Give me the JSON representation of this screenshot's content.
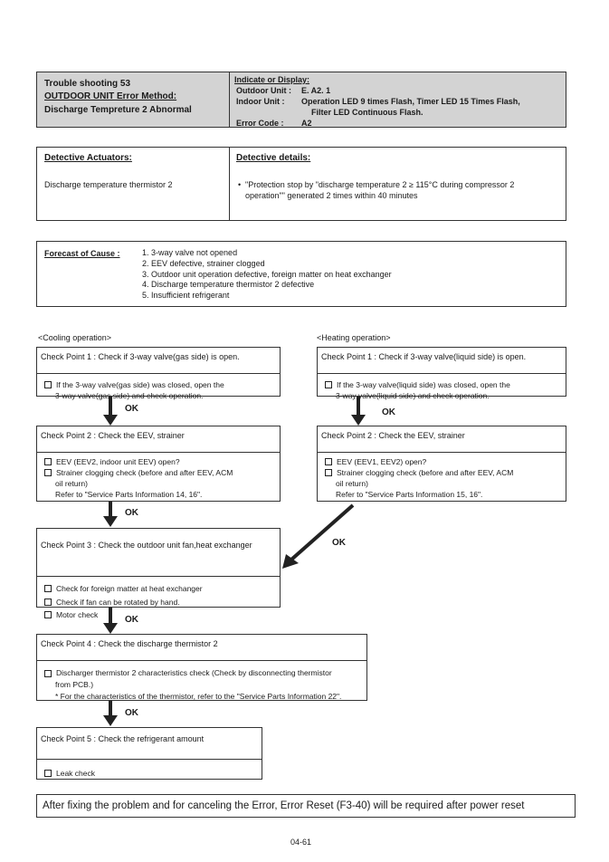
{
  "header": {
    "line1": "Trouble shooting  53",
    "line2": "OUTDOOR UNIT Error Method:",
    "line3": "Discharge Tempreture 2 Abnormal",
    "indicate_title": "Indicate or Display:",
    "outdoor_label": "Outdoor Unit  :",
    "outdoor_value": "E. A2. 1",
    "indoor_label": "Indoor Unit     :",
    "indoor_value_1": "Operation LED 9 times Flash, Timer LED 15 Times Flash,",
    "indoor_value_2": "Filter LED Continuous Flash.",
    "error_label": "Error Code     :",
    "error_value": "A2"
  },
  "detective": {
    "actuators_title": "Detective Actuators:",
    "actuators_text": "Discharge temperature thermistor 2",
    "details_title": "Detective details:",
    "details_line1": "\"Protection stop by \"discharge temperature 2 ≥ 115°C during compressor 2",
    "details_line2": "operation\"\" generated 2 times within 40 minutes"
  },
  "forecast": {
    "title": "Forecast of Cause :",
    "items": [
      "1. 3-way valve not opened",
      "2. EEV defective, strainer clogged",
      "3. Outdoor unit operation defective, foreign matter on heat exchanger",
      "4. Discharge temperature thermistor 2 defective",
      "5. Insufficient refrigerant"
    ]
  },
  "cooling": {
    "label": "<Cooling operation>",
    "cp1": {
      "title": "Check Point 1 : Check if 3-way valve(gas side) is open.",
      "line1": "If the 3-way valve(gas side) was closed, open the",
      "line2": "3-way valve(gas side) and check operation."
    },
    "cp2": {
      "title": "Check Point 2 : Check the EEV, strainer",
      "item1": "EEV (EEV2, indoor unit EEV) open?",
      "item2": "Strainer clogging check (before and after EEV, ACM",
      "item2b": "oil return)",
      "item2c": "Refer to \"Service Parts Information 14, 16\"."
    }
  },
  "heating": {
    "label": "<Heating operation>",
    "cp1": {
      "title": "Check Point 1 : Check if 3-way valve(liquid side) is open.",
      "line1": "If the 3-way valve(liquid side) was closed, open the",
      "line2": "3-way valve(liquid side) and check operation."
    },
    "cp2": {
      "title": "Check Point 2 : Check the EEV, strainer",
      "item1": "EEV (EEV1, EEV2) open?",
      "item2": "Strainer clogging check (before and after EEV, ACM",
      "item2b": "oil return)",
      "item2c": "Refer to \"Service Parts Information 15, 16\"."
    }
  },
  "cp3": {
    "title": "Check Point 3 : Check the outdoor unit fan,heat exchanger",
    "items": [
      "Check for foreign matter at heat exchanger",
      "Check if fan can be rotated by hand.",
      "Motor check"
    ]
  },
  "cp4": {
    "title": "Check Point 4 : Check the discharge thermistor 2",
    "item1": "Discharger thermistor 2 characteristics check (Check by disconnecting thermistor",
    "item1b": "from PCB.)",
    "note": "* For the characteristics of the thermistor, refer to the \"Service Parts Information 22\"."
  },
  "cp5": {
    "title": "Check Point 5 : Check the refrigerant amount",
    "item1": "Leak check"
  },
  "ok_label": "OK",
  "footer_note": "After fixing the problem and for canceling  the Error, Error Reset (F3-40) will be required after power reset",
  "page_number": "04-61"
}
